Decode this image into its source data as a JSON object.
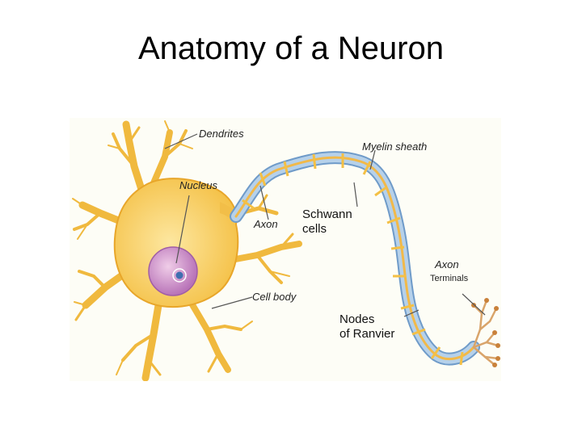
{
  "slide": {
    "title": "Anatomy of a Neuron"
  },
  "diagram": {
    "labels": {
      "dendrites": "Dendrites",
      "myelin_sheath": "Myelin sheath",
      "nucleus": "Nucleus",
      "schwann_line1": "Schwann",
      "schwann_line2": "cells",
      "axon": "Axon",
      "axon_terminals_line1": "Axon",
      "axon_terminals_line2": "Terminals",
      "cell_body": "Cell body",
      "nodes_line1": "Nodes",
      "nodes_line2": "of Ranvier"
    },
    "colors": {
      "background": "#fdfdf6",
      "cell_body": "#f7c84a",
      "cell_body_edge": "#e8a62a",
      "nucleus": "#c48ac8",
      "myelin": "#aecbe6",
      "myelin_edge": "#6f9bc9",
      "axon_core": "#f1b94a",
      "leader_lines": "#555555"
    }
  }
}
